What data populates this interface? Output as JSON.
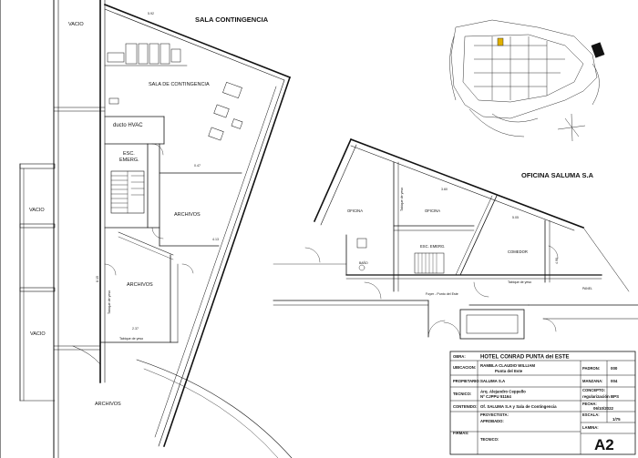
{
  "title_block": {
    "obra_key": "OBRA:",
    "obra_value": "HOTEL CONRAD PUNTA del ESTE",
    "ubicacion_key": "UBICACION:",
    "ubicacion_value_1": "RAMBLA CLAUDIO WILLIAM",
    "ubicacion_value_2": "Punta del Este",
    "padron_key": "PADRON:",
    "padron_value": "000",
    "propietario_key": "PROPIETARIO:",
    "propietario_value": "SALUMA S.A",
    "manzana_key": "MANZANA:",
    "manzana_value": "004",
    "tecnico_key": "TECNICO:",
    "tecnico_value_1": "Arq. Alejandro Ceppello",
    "tecnico_value_2": "Nº CJPPU 51164",
    "concepto_key": "CONCEPTO:",
    "concepto_value": "regularización BPS",
    "contenido_key": "CONTENIDO:",
    "contenido_value": "Of. SALUMA S.A y Sala de Contingencia",
    "fecha_key": "FECHA:",
    "fecha_value": "06/10/2022",
    "proyectista_key": "PROYECTISTA:",
    "aprobado_key": "APROBADO:",
    "escala_key": "ESCALA:",
    "escala_value": "1/75",
    "lamina_key": "LAMINA:",
    "lamina_value": "A2",
    "firmas_key": "FIRMAS:",
    "tecnico2_key": "TECNICO:"
  },
  "labels": {
    "sala_contingencia_title": "SALA CONTINGENCIA",
    "sala_de_contingencia": "SALA  DE  CONTINGENCIA",
    "oficina_title": "OFICINA SALUMA S.A",
    "vacio_1": "VACIO",
    "vacio_2": "VACIO",
    "vacio_3": "VACIO",
    "ducto_hvac": "ducto HVAC",
    "esc_emerg_1": "ESC.",
    "esc_emerg_2": "EMERG.",
    "archivos_1": "ARCHIVOS",
    "archivos_2": "ARCHIVOS",
    "archivos_3": "ARCHIVOS",
    "tabique_yeso_1": "Tabique de yeso",
    "tabique_yeso_2": "Tabique de yeso",
    "tabique_yeso_3": "Tabique de yeso",
    "tabique_yeso_4": "Tabique de yeso",
    "oficina_1": "OFICINA",
    "oficina_2": "OFICINA",
    "esc_emerg_3": "ESC. EMERG.",
    "comedor": "COMEDOR",
    "bano": "BAÑO",
    "foyer": "Foyer  -  Punto del Este",
    "panel": "PANEL"
  },
  "dimensions": {
    "d1": "5.92",
    "d2": "0.47",
    "d3": "2.37",
    "d4": "8.15",
    "d5": "4.13",
    "d6": "3.60",
    "d7": "5.05",
    "d8": "4.90"
  }
}
